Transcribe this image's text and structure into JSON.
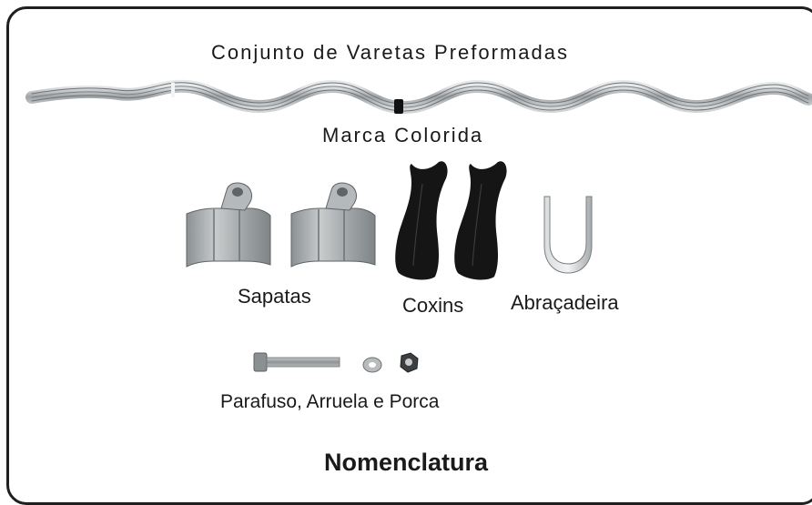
{
  "title": "Conjunto de Varetas Preformadas",
  "labels": {
    "marca": "Marca Colorida",
    "sapatas": "Sapatas",
    "coxins": "Coxins",
    "abracadeira": "Abraçadeira",
    "parafuso": "Parafuso, Arruela e Porca"
  },
  "footer": "Nomenclatura",
  "colors": {
    "frame": "#1f1f1f",
    "metal": "#a9aeb0",
    "rubber": "#141414"
  }
}
